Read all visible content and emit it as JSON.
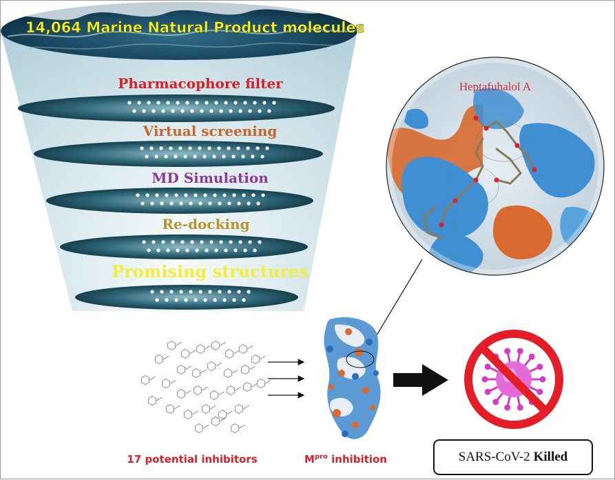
{
  "funnel": {
    "title": "14,064 Marine Natural Product molecules",
    "stages": [
      {
        "label": "Pharmacophore filter",
        "color": "#d4202a"
      },
      {
        "label": "Virtual screening",
        "color": "#c8652a"
      },
      {
        "label": "MD Simulation",
        "color": "#8a3a98"
      },
      {
        "label": "Re-docking",
        "color": "#b8942e"
      },
      {
        "label": "Promising structures",
        "color": "#f2ee3a"
      }
    ]
  },
  "zoom": {
    "compound_label": "Heptafuhalol A"
  },
  "captions": {
    "inhibitors": "17 potential inhibitors",
    "mpro_main": "M",
    "mpro_sup": "pro",
    "mpro_rest": " inhibition"
  },
  "result": {
    "virus": "SARS-CoV-2",
    "status": "Killed"
  },
  "colors": {
    "disk_dark": "#1d4e5e",
    "disk_light": "#8fbcc8",
    "protein_blue": "#3f8fd2",
    "protein_orange": "#d86a30",
    "virus_magenta": "#d43cc8",
    "ban_red": "#e41e26"
  }
}
